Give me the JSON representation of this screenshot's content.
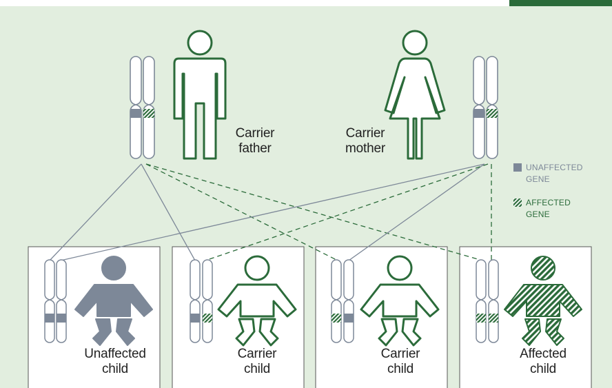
{
  "parents": {
    "father": {
      "line1": "Carrier",
      "line2": "father"
    },
    "mother": {
      "line1": "Carrier",
      "line2": "mother"
    }
  },
  "legend": {
    "unaffected": {
      "line1": "UNAFFECTED",
      "line2": "GENE"
    },
    "affected": {
      "line1": "AFFECTED",
      "line2": "GENE"
    }
  },
  "children": [
    {
      "line1": "Unaffected",
      "line2": "child",
      "status": "unaffected"
    },
    {
      "line1": "Carrier",
      "line2": "child",
      "status": "carrier"
    },
    {
      "line1": "Carrier",
      "line2": "child",
      "status": "carrier"
    },
    {
      "line1": "Affected",
      "line2": "child",
      "status": "affected"
    }
  ],
  "colors": {
    "background": "#e2eedf",
    "green": "#2b6b3a",
    "gray": "#7d8898"
  }
}
